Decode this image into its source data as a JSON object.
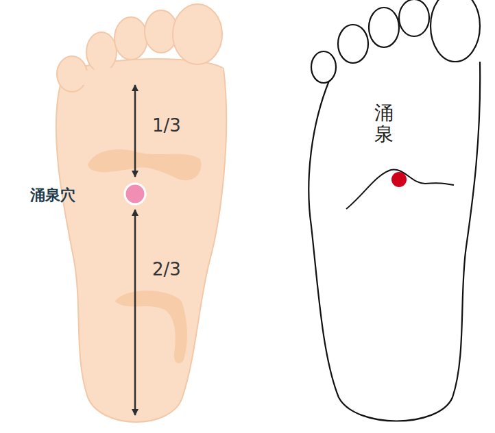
{
  "diagram": {
    "labels": [
      "1/3",
      "涌泉穴",
      "2/3",
      "涌泉"
    ]
  }
}
